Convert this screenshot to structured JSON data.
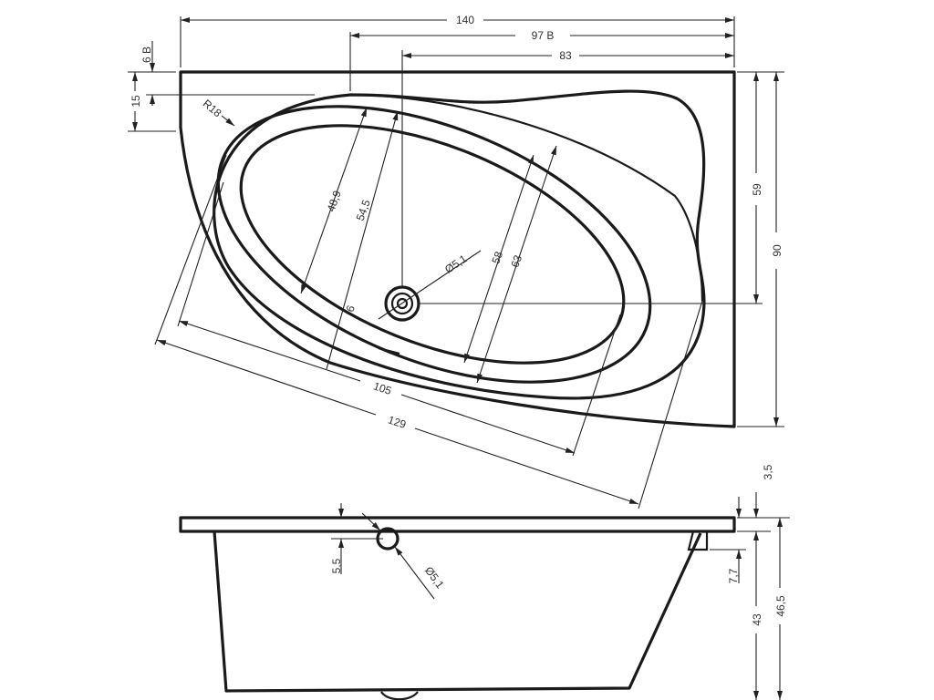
{
  "top_view": {
    "dim_width": "140",
    "dim_97b": "97 B",
    "dim_83": "83",
    "dim_6b": "6 B",
    "dim_15": "15",
    "radius": "R18",
    "dim_48_9": "48,9",
    "dim_54_5": "54,5",
    "dim_58": "58",
    "dim_63": "63",
    "drain_diameter": "Ø5,1",
    "dim_6": "6",
    "dim_105": "105",
    "dim_129": "129",
    "dim_59": "59",
    "dim_90": "90"
  },
  "side_view": {
    "dim_3_5": "3,5",
    "dim_5_5": "5,5",
    "overflow_diameter": "Ø5,1",
    "dim_7_7": "7,7",
    "dim_43": "43",
    "dim_46_5": "46,5"
  },
  "colors": {
    "line": "#1a1a1a",
    "background": "#ffffff"
  }
}
